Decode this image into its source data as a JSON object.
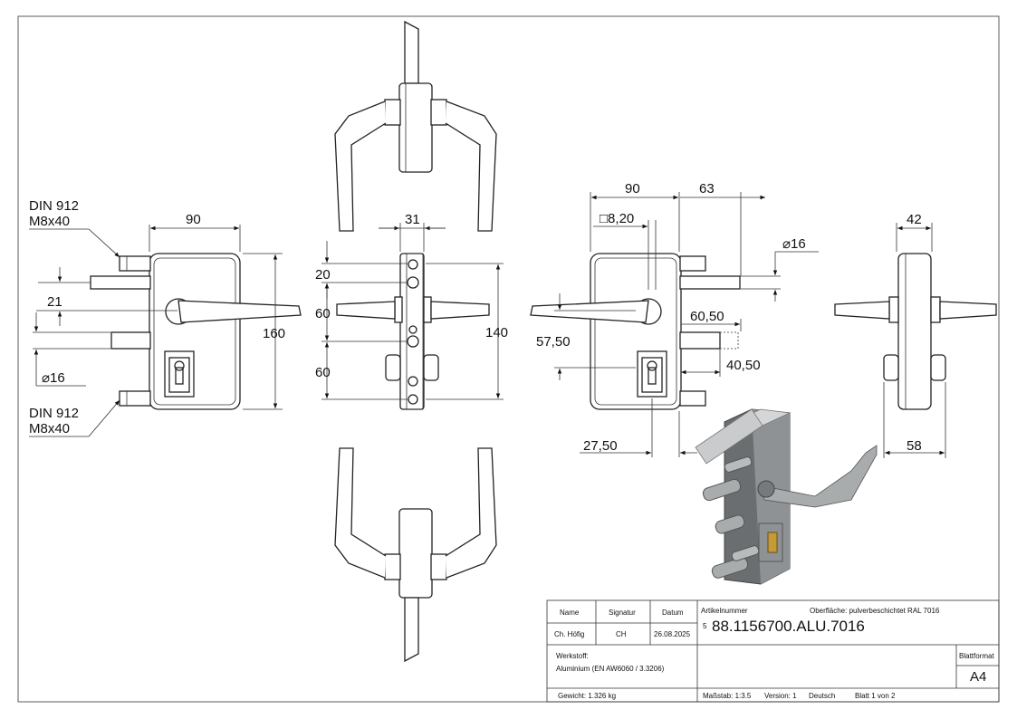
{
  "drawing": {
    "front_view": {
      "din_top": "DIN 912",
      "din_top_size": "M8x40",
      "din_bottom": "DIN 912",
      "din_bottom_size": "M8x40",
      "width": "90",
      "height": "160",
      "offset_21": "21",
      "bolt_dia": "⌀16"
    },
    "side_view": {
      "width": "31",
      "d20": "20",
      "d60a": "60",
      "d60b": "60",
      "height": "140"
    },
    "rear_view": {
      "width": "90",
      "extra": "63",
      "square": "□8,20",
      "dia": "⌀16",
      "d6050": "60,50",
      "d5750": "57,50",
      "d4050": "40,50",
      "d2750": "27,50"
    },
    "end_view": {
      "width": "42",
      "depth": "58"
    }
  },
  "title_block": {
    "h_name": "Name",
    "h_signatur": "Signatur",
    "h_datum": "Datum",
    "name": "Ch. Höfig",
    "signatur": "CH",
    "datum": "26.08.2025",
    "artikel_label": "Artikelnummer",
    "oberflaeche": "Oberfläche:  pulverbeschichtet RAL 7016",
    "artikel_prefix": "5",
    "artikel": "88.1156700.ALU.7016",
    "werkstoff_label": "Werkstoff:",
    "werkstoff": "Aluminium (EN AW6060 / 3.3206)",
    "blattformat_label": "Blattformat",
    "blattformat": "A4",
    "gewicht": "Gewicht: 1.326 kg",
    "massstab": "Maßstab: 1:3.5",
    "version": "Version: 1",
    "sprache": "Deutsch",
    "blatt": "Blatt 1 von 2"
  }
}
